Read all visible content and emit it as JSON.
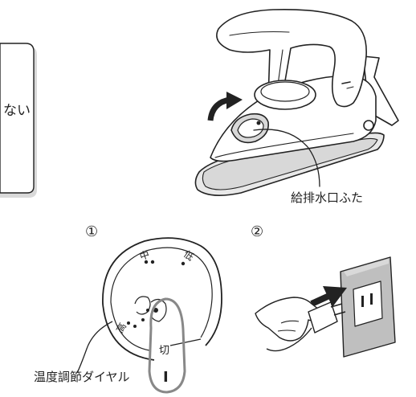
{
  "note_box": {
    "text_fragment": "ない"
  },
  "iron": {
    "cap_label": "給排水口ふた"
  },
  "step1": {
    "number": "①",
    "dial": {
      "mark_medium": "中",
      "mark_low": "低",
      "mark_high": "高",
      "mark_off": "切",
      "mark_zero": "I"
    },
    "dial_label": "温度調節ダイヤル"
  },
  "step2": {
    "number": "②"
  },
  "colors": {
    "line": "#222222",
    "iron_shadow": "#d8d8d8",
    "iron_base": "#e8e8e8",
    "outlet_plate": "#bfbfbf",
    "highlight_oval": "#888888"
  }
}
